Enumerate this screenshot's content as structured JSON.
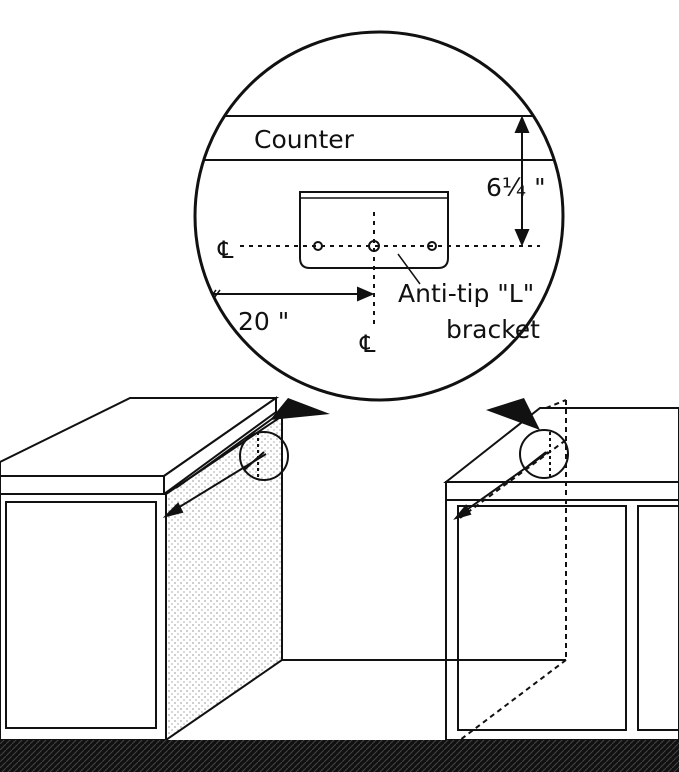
{
  "labels": {
    "counter": "Counter",
    "dimension_height": "6¼ \"",
    "centerline_symbol": "℄",
    "bracket_line1": "Anti-tip \"L\"",
    "bracket_line2": "bracket",
    "dimension_width": "20 \""
  },
  "colors": {
    "line": "#111111",
    "background": "#ffffff",
    "floor": "#111111"
  }
}
